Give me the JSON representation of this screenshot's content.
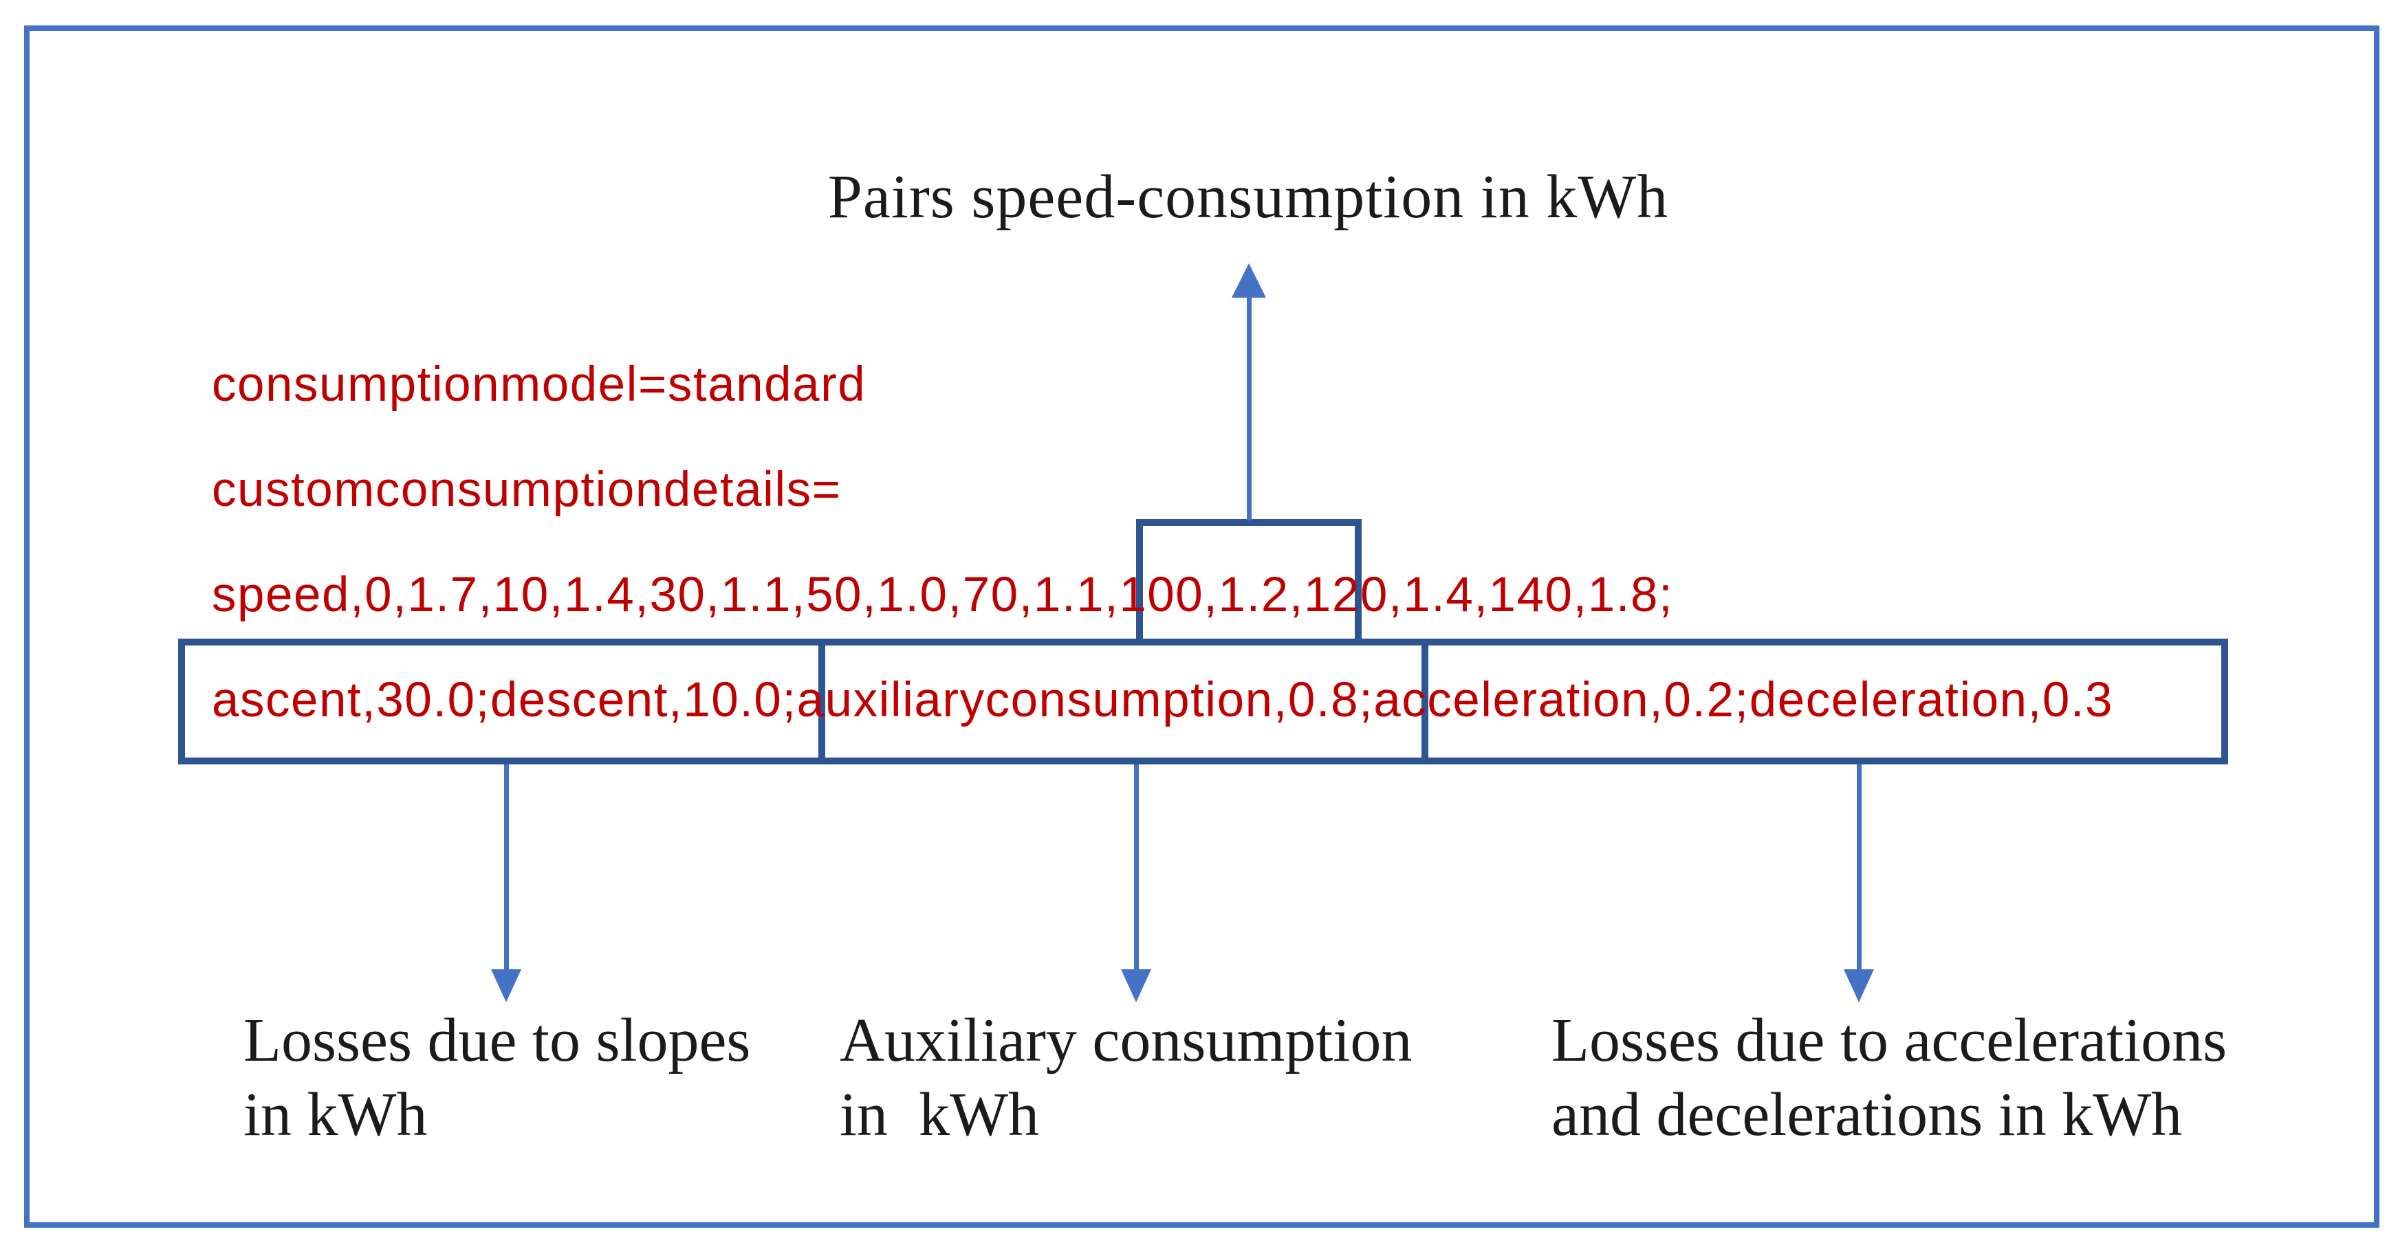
{
  "figure": {
    "top_annotation": "Pairs speed-consumption in kWh",
    "config_lines": [
      "consumptionmodel=standard",
      "customconsumptiondetails=",
      "speed,0,1.7,10,1.4,30,1.1,50,1.0,70,1.1,100,1.2,120,1.4,140,1.8;",
      "ascent,30.0;descent,10.0;auxiliaryconsumption,0.8;acceleration,0.2;deceleration,0.3"
    ],
    "highlighted_segments": {
      "speed_pair": ",100,1.2,",
      "slopes": "ascent,30.0;descent,10.0",
      "auxiliary": "auxiliaryconsumption,0.8",
      "accelerations": "acceleration,0.2;deceleration,0.3"
    },
    "callouts": {
      "slopes": "Losses due to slopes\nin kWh",
      "auxiliary": "Auxiliary consumption\nin  kWh",
      "accelerations": "Losses due to accelerations\nand decelerations in kWh"
    }
  },
  "colors": {
    "accent-blue": "#4472C4",
    "box-blue": "#2E5492",
    "text-red": "#C00000",
    "text-black": "#1B1B1B",
    "bg": "#FFFFFF"
  }
}
